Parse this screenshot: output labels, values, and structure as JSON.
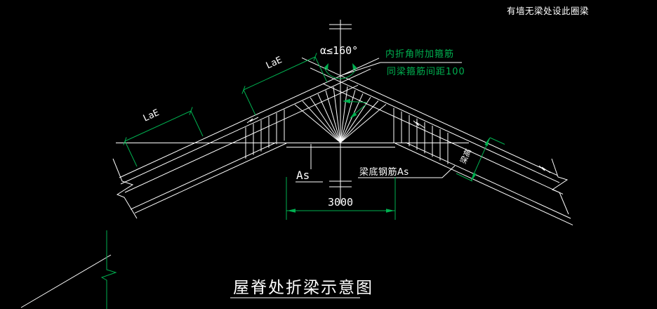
{
  "drawing": {
    "background": "#000000",
    "line_color": "#ffffff",
    "accent_green": "#00b050",
    "title": "屋脊处折梁示意图",
    "top_right_note": "有墙无梁处设此圈梁",
    "angle_label": "α≤160°",
    "hoop_note_line1": "内折角附加箍筋",
    "hoop_note_line2": "同梁箍筋间距100",
    "anchorage_label_left": "LaE",
    "anchorage_label_upper": "LaE",
    "bottom_rebar_short_label": "As",
    "bottom_rebar_label": "梁底钢筋As",
    "ridge_width_dim": "3000",
    "beam_depth_label": "梁高"
  }
}
